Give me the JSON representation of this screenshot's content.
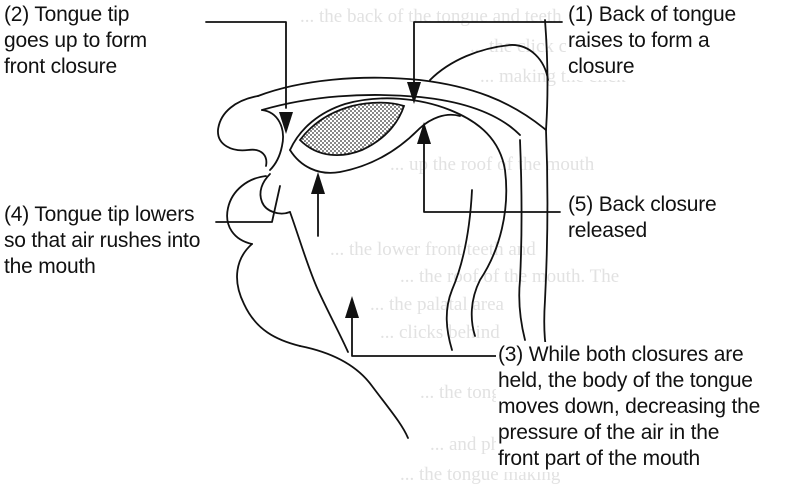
{
  "labels": {
    "l2": [
      "(2)  Tongue tip",
      "goes up to form",
      "front closure"
    ],
    "l1": [
      "(1)  Back of tongue",
      "raises to form  a",
      "closure"
    ],
    "l4": [
      "(4)  Tongue tip lowers",
      "so that air rushes into",
      "the mouth"
    ],
    "l5": [
      "(5) Back closure",
      "released"
    ],
    "l3": [
      "(3)  While both closures are",
      "held, the body of the tongue",
      "moves down, decreasing the",
      "pressure of the air in the",
      "front part of the mouth"
    ]
  },
  "background_text": [
    "... the back of the tongue and teeth and up to",
    "... the click consonant. As the",
    "... making the click",
    "... up the roof of the mouth",
    "... the lower front teeth and",
    "... the roof of the mouth. The",
    "... the palatal area",
    "... clicks behind",
    "... the tongue tip is",
    "... and phonetic",
    "... the tongue making"
  ],
  "colors": {
    "ink": "#111111",
    "faint_text": "#e2e2e2",
    "stipple": "#333333"
  }
}
